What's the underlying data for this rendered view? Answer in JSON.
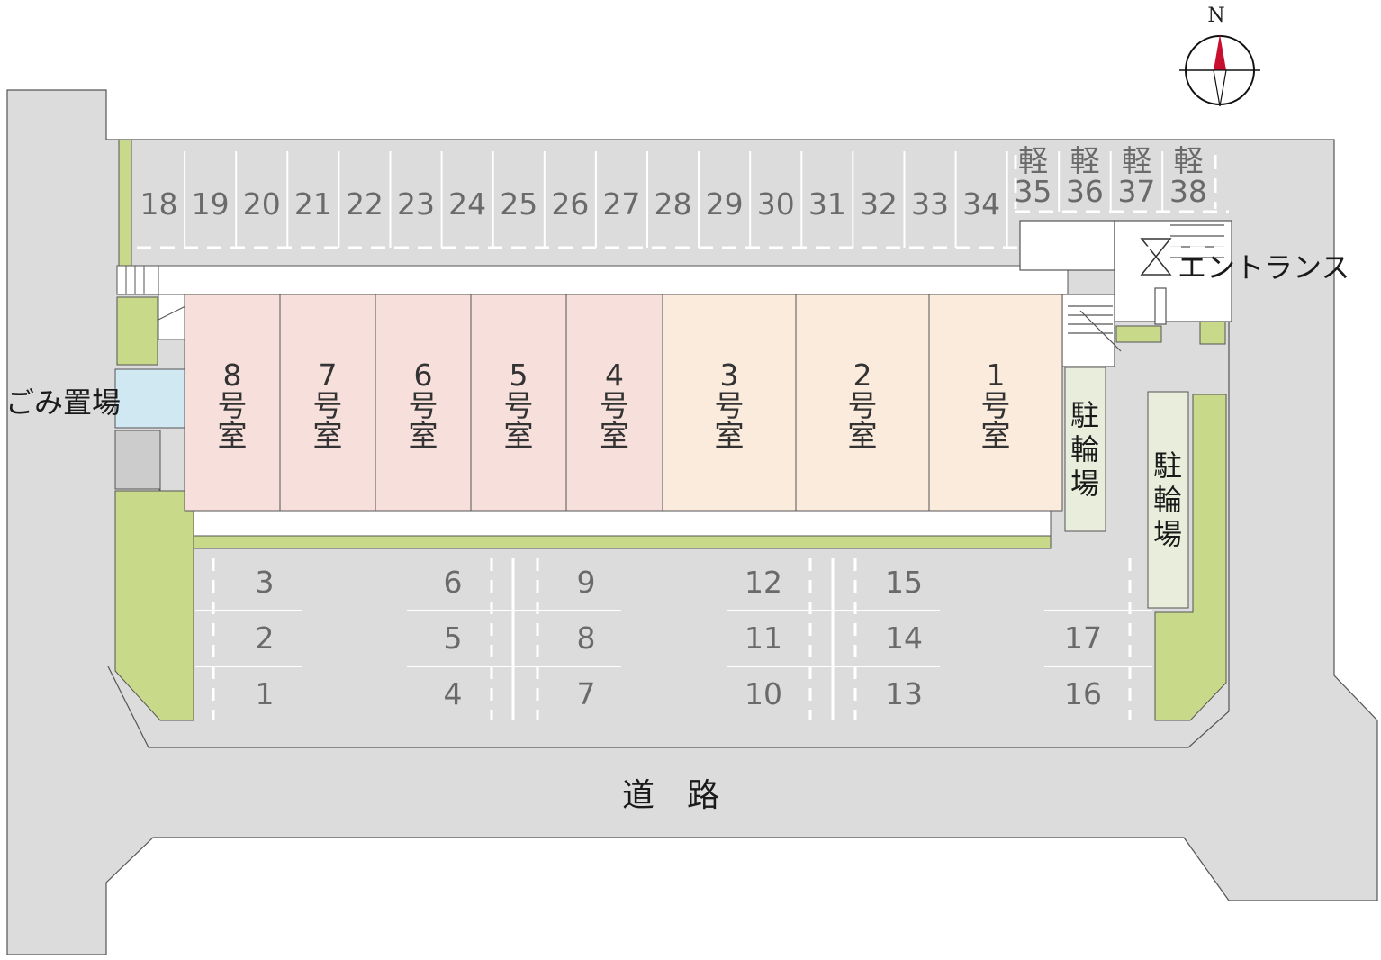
{
  "colors": {
    "paved": "#dcdcdc",
    "green": "#c8d98a",
    "room_pink": "#f7e0dc",
    "room_beige": "#fbebdc",
    "bike_area": "#e8eedb",
    "dumpster": "#cfe8f2",
    "line": "#555555",
    "compass_red": "#c8102e"
  },
  "compass": {
    "label": "N"
  },
  "top_parking": {
    "spots": [
      "18",
      "19",
      "20",
      "21",
      "22",
      "23",
      "24",
      "25",
      "26",
      "27",
      "28",
      "29",
      "30",
      "31",
      "32",
      "33",
      "34"
    ],
    "kei_spots": [
      {
        "prefix": "軽",
        "num": "35"
      },
      {
        "prefix": "軽",
        "num": "36"
      },
      {
        "prefix": "軽",
        "num": "37"
      },
      {
        "prefix": "軽",
        "num": "38"
      }
    ]
  },
  "rooms": [
    {
      "num": "8",
      "char1": "号",
      "char2": "室",
      "tone": "pink"
    },
    {
      "num": "7",
      "char1": "号",
      "char2": "室",
      "tone": "pink"
    },
    {
      "num": "6",
      "char1": "号",
      "char2": "室",
      "tone": "pink"
    },
    {
      "num": "5",
      "char1": "号",
      "char2": "室",
      "tone": "pink"
    },
    {
      "num": "4",
      "char1": "号",
      "char2": "室",
      "tone": "pink"
    },
    {
      "num": "3",
      "char1": "号",
      "char2": "室",
      "tone": "beige"
    },
    {
      "num": "2",
      "char1": "号",
      "char2": "室",
      "tone": "beige"
    },
    {
      "num": "1",
      "char1": "号",
      "char2": "室",
      "tone": "beige"
    }
  ],
  "bottom_parking": {
    "rows": [
      [
        "3",
        "6",
        "9",
        "12",
        "15",
        ""
      ],
      [
        "2",
        "5",
        "8",
        "11",
        "14",
        "17"
      ],
      [
        "1",
        "4",
        "7",
        "10",
        "13",
        "16"
      ]
    ]
  },
  "labels": {
    "entrance": "エントランス",
    "garbage": "ごみ置場",
    "bike1": [
      "駐",
      "輪",
      "場"
    ],
    "bike2": [
      "駐",
      "輪",
      "場"
    ],
    "road": "道　路"
  }
}
